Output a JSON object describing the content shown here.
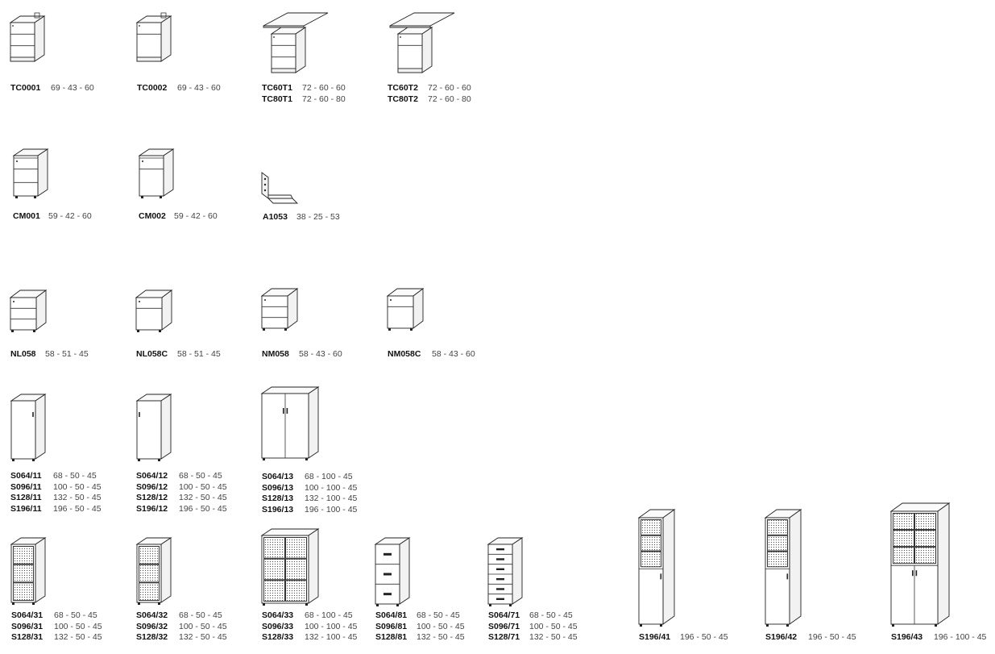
{
  "catalog": [
    {
      "name": "TC0001",
      "labels": [
        {
          "code": "TC0001",
          "dims": "69 - 43 - 60"
        }
      ]
    },
    {
      "name": "TC0002",
      "labels": [
        {
          "code": "TC0002",
          "dims": "69 - 43 - 60"
        }
      ]
    },
    {
      "name": "TC60T1",
      "labels": [
        {
          "code": "TC60T1",
          "dims": "72 - 60 - 60"
        },
        {
          "code": "TC80T1",
          "dims": "72 - 60 - 80"
        }
      ]
    },
    {
      "name": "TC60T2",
      "labels": [
        {
          "code": "TC60T2",
          "dims": "72 - 60 - 60"
        },
        {
          "code": "TC80T2",
          "dims": "72 - 60 - 80"
        }
      ]
    },
    {
      "name": "CM001",
      "labels": [
        {
          "code": "CM001",
          "dims": "59 - 42 - 60"
        }
      ]
    },
    {
      "name": "CM002",
      "labels": [
        {
          "code": "CM002",
          "dims": "59 - 42 - 60"
        }
      ]
    },
    {
      "name": "A1053",
      "labels": [
        {
          "code": "A1053",
          "dims": "38 - 25 - 53"
        }
      ]
    },
    {
      "name": "NL058",
      "labels": [
        {
          "code": "NL058",
          "dims": "58 - 51 - 45"
        }
      ]
    },
    {
      "name": "NL058C",
      "labels": [
        {
          "code": "NL058C",
          "dims": "58 - 51 - 45"
        }
      ]
    },
    {
      "name": "NM058",
      "labels": [
        {
          "code": "NM058",
          "dims": "58 - 43 - 60"
        }
      ]
    },
    {
      "name": "NM058C",
      "labels": [
        {
          "code": "NM058C",
          "dims": "58 - 43 - 60"
        }
      ]
    },
    {
      "name": "S064-11",
      "labels": [
        {
          "code": "S064/11",
          "dims": "68 - 50 - 45"
        },
        {
          "code": "S096/11",
          "dims": "100 - 50 - 45"
        },
        {
          "code": "S128/11",
          "dims": "132 - 50 - 45"
        },
        {
          "code": "S196/11",
          "dims": "196 - 50 - 45"
        }
      ]
    },
    {
      "name": "S064-12",
      "labels": [
        {
          "code": "S064/12",
          "dims": "68 - 50 - 45"
        },
        {
          "code": "S096/12",
          "dims": "100 - 50 - 45"
        },
        {
          "code": "S128/12",
          "dims": "132 - 50 - 45"
        },
        {
          "code": "S196/12",
          "dims": "196 - 50 - 45"
        }
      ]
    },
    {
      "name": "S064-13",
      "labels": [
        {
          "code": "S064/13",
          "dims": "68 - 100 - 45"
        },
        {
          "code": "S096/13",
          "dims": "100 - 100 - 45"
        },
        {
          "code": "S128/13",
          "dims": "132 - 100 - 45"
        },
        {
          "code": "S196/13",
          "dims": "196 - 100 - 45"
        }
      ]
    },
    {
      "name": "S064-31",
      "labels": [
        {
          "code": "S064/31",
          "dims": "68 - 50 - 45"
        },
        {
          "code": "S096/31",
          "dims": "100 - 50 - 45"
        },
        {
          "code": "S128/31",
          "dims": "132 - 50 - 45"
        }
      ]
    },
    {
      "name": "S064-32",
      "labels": [
        {
          "code": "S064/32",
          "dims": "68 - 50 - 45"
        },
        {
          "code": "S096/32",
          "dims": "100 - 50 - 45"
        },
        {
          "code": "S128/32",
          "dims": "132 - 50 - 45"
        }
      ]
    },
    {
      "name": "S064-33",
      "labels": [
        {
          "code": "S064/33",
          "dims": "68 - 100 - 45"
        },
        {
          "code": "S096/33",
          "dims": "100 - 100 - 45"
        },
        {
          "code": "S128/33",
          "dims": "132 - 100 - 45"
        }
      ]
    },
    {
      "name": "S064-81",
      "labels": [
        {
          "code": "S064/81",
          "dims": "68 - 50 - 45"
        },
        {
          "code": "S096/81",
          "dims": "100 - 50 - 45"
        },
        {
          "code": "S128/81",
          "dims": "132 - 50 - 45"
        }
      ]
    },
    {
      "name": "S064-71",
      "labels": [
        {
          "code": "S064/71",
          "dims": "68 - 50 - 45"
        },
        {
          "code": "S096/71",
          "dims": "100 - 50 - 45"
        },
        {
          "code": "S128/71",
          "dims": "132 - 50 - 45"
        }
      ]
    },
    {
      "name": "S196-41",
      "labels": [
        {
          "code": "S196/41",
          "dims": "196 - 50 - 45"
        }
      ]
    },
    {
      "name": "S196-42",
      "labels": [
        {
          "code": "S196/42",
          "dims": "196 - 50 - 45"
        }
      ]
    },
    {
      "name": "S196-43",
      "labels": [
        {
          "code": "S196/43",
          "dims": "196 - 100 - 45"
        }
      ]
    }
  ]
}
